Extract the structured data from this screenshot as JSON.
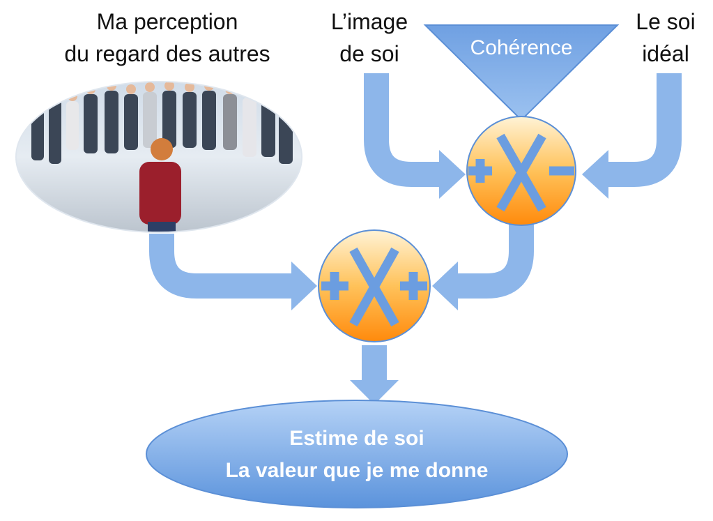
{
  "labels": {
    "perception_line1": "Ma perception",
    "perception_line2": "du regard des autres",
    "image_line1": "L’image",
    "image_line2": "de soi",
    "ideal_line1": "Le soi",
    "ideal_line2": "idéal",
    "coherence": "Cohérence"
  },
  "operators": {
    "top": "plus-times-minus",
    "bottom": "plus-times-plus"
  },
  "result": {
    "line1": "Estime de soi",
    "line2": "La valeur que je me donne"
  },
  "colors": {
    "arrow": "#8db6ea",
    "arrow_dark": "#5b8fd6",
    "operator_top": "#ffe9b8",
    "operator_bottom": "#ff8c10"
  }
}
